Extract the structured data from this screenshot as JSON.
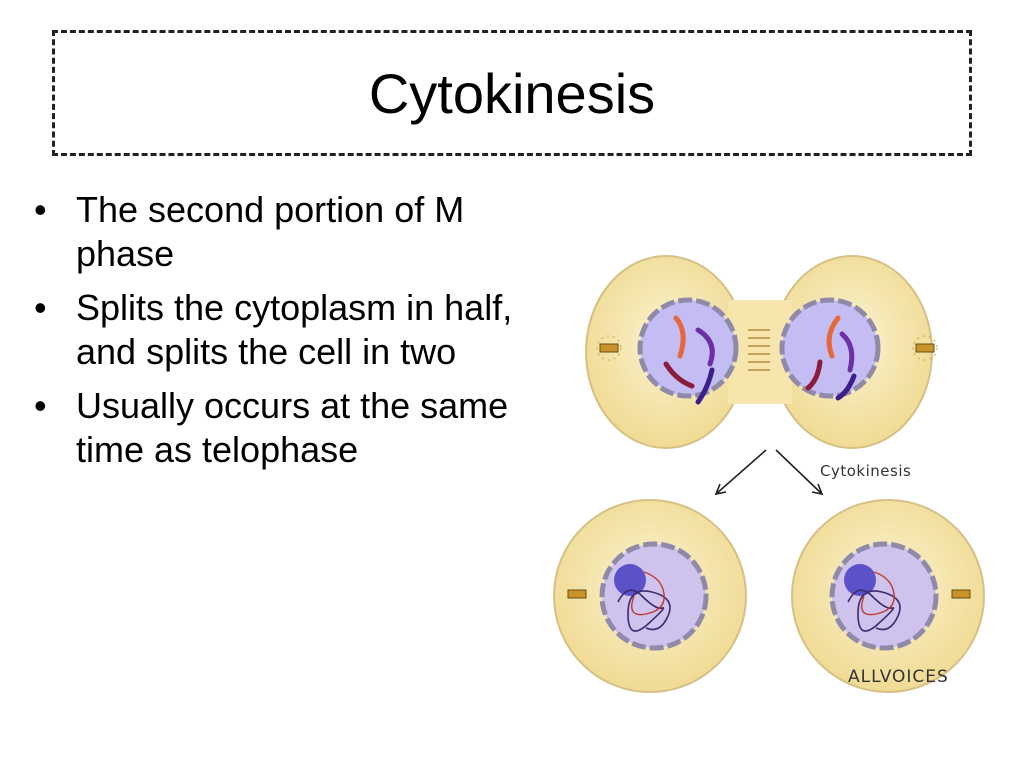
{
  "slide": {
    "title": "Cytokinesis",
    "bullets": [
      "The second portion of M phase",
      "Splits the cytoplasm in half, and splits the cell in two",
      "Usually occurs at the same time as telophase"
    ]
  },
  "figure": {
    "label": "Cytokinesis",
    "logo": "ALLVOICES",
    "colors": {
      "cytoplasm": "#f3e3a6",
      "membrane": "#d9c48a",
      "nucleus": "#bfb9f2",
      "chromosome_orange": "#e5673a",
      "chromosome_purple": "#6c2fa8",
      "chromosome_maroon": "#8a1c3c"
    }
  }
}
